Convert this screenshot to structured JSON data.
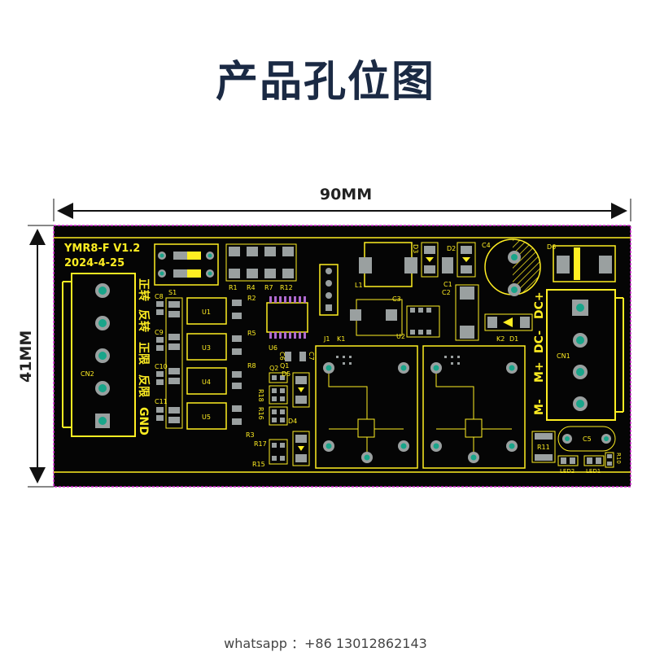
{
  "title": "产品孔位图",
  "width_label": "90MM",
  "height_label": "41MM",
  "board": {
    "model": "YMR8-F V1.2",
    "date": "2024-4-25",
    "terminal_left_labels": [
      "正转",
      "反转",
      "正限",
      "反限",
      "GND"
    ],
    "terminal_right_labels": [
      "DC-",
      "DC+",
      "M+",
      "M-"
    ],
    "components": {
      "cn2": "CN2",
      "cn1": "CN1",
      "s1": "S1",
      "r1": "R1",
      "r4": "R4",
      "r7": "R7",
      "r12": "R12",
      "c8": "C8",
      "c9": "C9",
      "c10": "C10",
      "c11": "C11",
      "u1": "U1",
      "u3": "U3",
      "u4": "U4",
      "u5": "U5",
      "r2": "R2",
      "r5": "R5",
      "r8": "R8",
      "r3": "R3",
      "r16": "R16",
      "r18": "R18",
      "r17": "R17",
      "r15": "R15",
      "u6": "U6",
      "q1": "Q1",
      "q2": "Q2",
      "d4": "D4",
      "d5": "D5",
      "c6": "C6",
      "c7": "C7",
      "j1": "J1",
      "k1": "K1",
      "l1": "L1",
      "c3": "C3",
      "u2": "U2",
      "d3": "D3",
      "d2": "D2",
      "c1": "C1",
      "c2": "C2",
      "c4": "C4",
      "k2": "K2",
      "d1": "D1",
      "d6": "D6",
      "r11": "R11",
      "c5": "C5",
      "r10": "R10",
      "led1": "LED1",
      "led2": "LED2"
    }
  },
  "footer": "whatsapp ：+86 13012862143",
  "colors": {
    "silk": "#ffee22",
    "board": "#050505",
    "pad": "#9aa0a0",
    "hole": "#19a58a",
    "title": "#1b2a44"
  }
}
